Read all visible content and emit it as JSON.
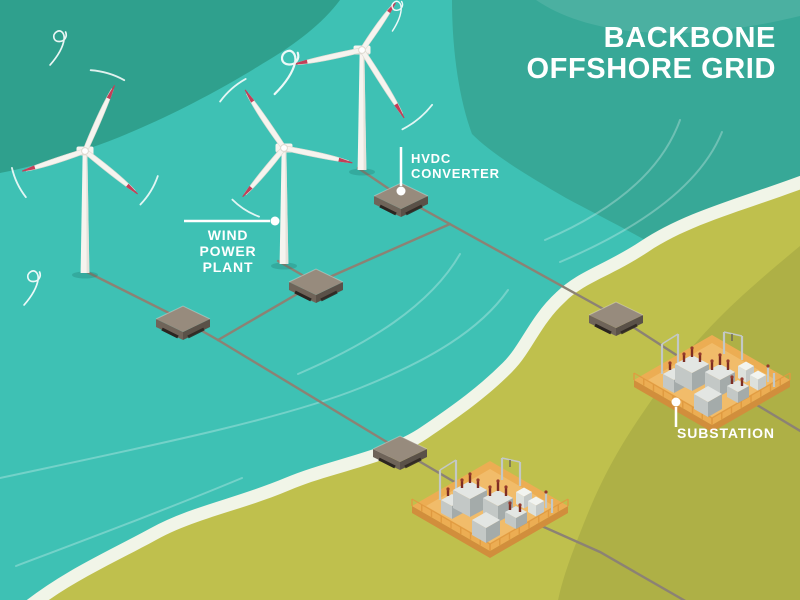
{
  "title": {
    "line1": "BACKBONE",
    "line2": "OFFSHORE GRID"
  },
  "callouts": {
    "hvdc_converter": {
      "line1": "HVDC",
      "line2": "CONVERTER"
    },
    "wind_power_plant": {
      "line1": "WIND",
      "line2": "POWER",
      "line3": "PLANT"
    },
    "substation": {
      "label": "SUBSTATION"
    }
  },
  "scene": {
    "wind_turbine_count": 3,
    "converter_platform_count": 5,
    "substation_count": 2,
    "wind_swirl_count": 4
  },
  "colors": {
    "sea": "#3EC1B4",
    "sea_dark": "#2FA08D",
    "sea_medium": "#37A897",
    "beach": "#F1F5E8",
    "land": "#BFC04D",
    "land_dark": "#AEB046",
    "cable": "#8C8274",
    "platform_top": "#978B7D",
    "platform_left": "#6F6459",
    "platform_right": "#5A5148",
    "platform_vent": "#2B2520",
    "turbine_white": "#F6F4EF",
    "turbine_shade": "#DFDAD1",
    "blade_tip_red": "#C33F58",
    "substation_base": "#ECAD53",
    "substation_base_side": "#D18E3C",
    "substation_fence": "#E09A40",
    "substation_gray_light": "#E3E6E3",
    "substation_gray_mid": "#C3C8C6",
    "substation_gray_dark": "#A4ABAA",
    "bushing_red": "#7E2D23",
    "label_text": "#FFFFFF"
  }
}
